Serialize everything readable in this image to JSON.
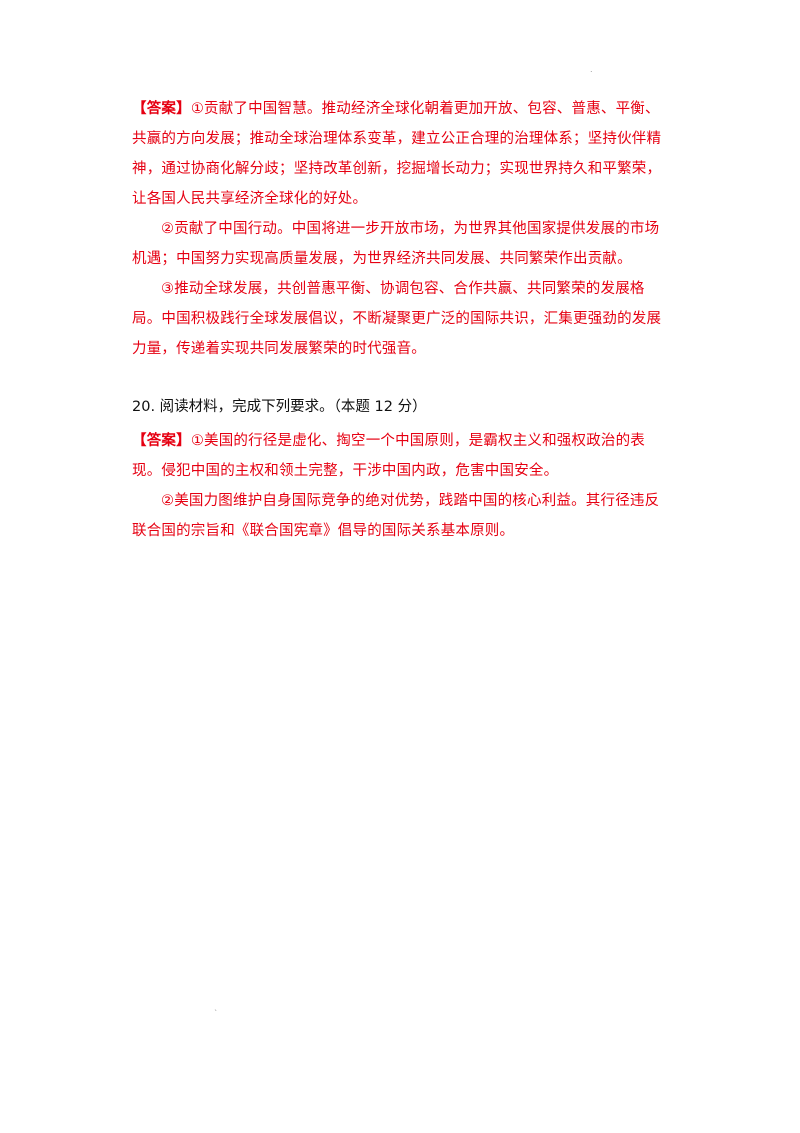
{
  "answer_19": {
    "label": "【答案】",
    "p1": "①贡献了中国智慧。推动经济全球化朝着更加开放、包容、普惠、平衡、共赢的方向发展；推动全球治理体系变革，建立公正合理的治理体系；坚持伙伴精神，通过协商化解分歧；坚持改革创新，挖掘增长动力；实现世界持久和平繁荣，让各国人民共享经济全球化的好处。",
    "p2": "②贡献了中国行动。中国将进一步开放市场，为世界其他国家提供发展的市场机遇；中国努力实现高质量发展，为世界经济共同发展、共同繁荣作出贡献。",
    "p3": "③推动全球发展，共创普惠平衡、协调包容、合作共赢、共同繁荣的发展格局。中国积极践行全球发展倡议，不断凝聚更广泛的国际共识，汇集更强劲的发展力量，传递着实现共同发展繁荣的时代强音。"
  },
  "question_20": {
    "text": "20. 阅读材料，完成下列要求。（本题 12 分）"
  },
  "answer_20": {
    "label": "【答案】",
    "p1": "①美国的行径是虚化、掏空一个中国原则，是霸权主义和强权政治的表现。侵犯中国的主权和领土完整，干涉中国内政，危害中国安全。",
    "p2": "②美国力图维护自身国际竞争的绝对优势，践踏中国的核心利益。其行径违反联合国的宗旨和《联合国宪章》倡导的国际关系基本原则。"
  }
}
